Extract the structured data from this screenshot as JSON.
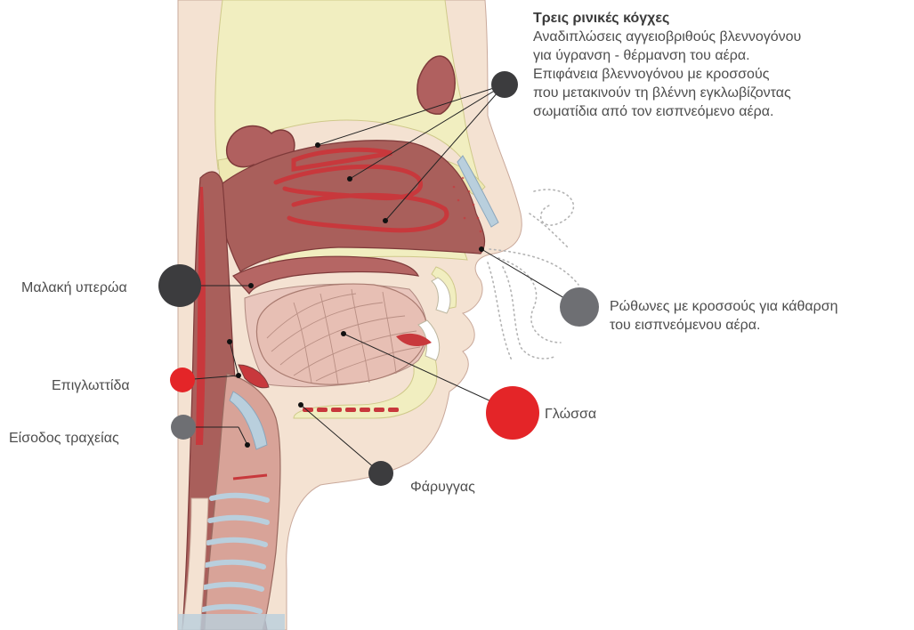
{
  "colors": {
    "marker_red": "#e42528",
    "marker_dark": "#3c3c3e",
    "marker_grey": "#6e6f73",
    "tissue": "#a95f5b",
    "tissue_dark": "#7e3a3a",
    "mucosa_red": "#c8383c",
    "bone": "#f1eec0",
    "skin": "#f4e2d2",
    "cartilage": "#b9cfdd"
  },
  "labels": {
    "conchae_title": "Τρεις ρινικές κόγχες",
    "conchae_lines": [
      "Αναδιπλώσεις αγγειοβριθούς βλεννογόνου",
      "για ύγρανση - θέρμανση του αέρα.",
      "Επιφάνεια βλεννογόνου με κροσσούς",
      "που μετακινούν τη βλέννη εγκλωβίζοντας",
      "σωματίδια από τον εισπνεόμενο αέρα."
    ],
    "nostrils_lines": [
      "Ρώθωνες με κροσσούς για κάθαρση",
      "του εισπνεόμενου αέρα."
    ],
    "soft_palate": "Μαλακή υπερώα",
    "epiglottis": "Επιγλωττίδα",
    "trachea_entrance": "Είσοδος τραχείας",
    "tongue": "Γλώσσα",
    "pharynx": "Φάρυγγας"
  }
}
